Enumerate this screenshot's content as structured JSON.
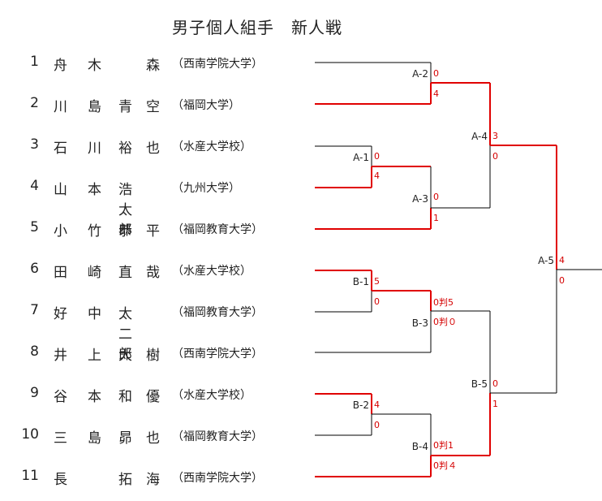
{
  "title": "男子個人組手　新人戦",
  "players": [
    {
      "num": "1",
      "chars": [
        "舟",
        "木",
        "",
        "森"
      ],
      "school": "（西南学院大学）"
    },
    {
      "num": "2",
      "chars": [
        "川",
        "島",
        "青",
        "空"
      ],
      "school": "（福岡大学）"
    },
    {
      "num": "3",
      "chars": [
        "石",
        "川",
        "裕",
        "也"
      ],
      "school": "（水産大学校）"
    },
    {
      "num": "4",
      "chars": [
        "山",
        "本",
        "浩太郎",
        ""
      ],
      "school": "（九州大学）"
    },
    {
      "num": "5",
      "chars": [
        "小",
        "竹",
        "恭",
        "平"
      ],
      "school": "（福岡教育大学）"
    },
    {
      "num": "6",
      "chars": [
        "田",
        "崎",
        "直",
        "哉"
      ],
      "school": "（水産大学校）"
    },
    {
      "num": "7",
      "chars": [
        "好",
        "中",
        "太二郎",
        ""
      ],
      "school": "（福岡教育大学）"
    },
    {
      "num": "8",
      "chars": [
        "井",
        "上",
        "大",
        "樹"
      ],
      "school": "（西南学院大学）"
    },
    {
      "num": "9",
      "chars": [
        "谷",
        "本",
        "和",
        "優"
      ],
      "school": "（水産大学校）"
    },
    {
      "num": "10",
      "chars": [
        "三",
        "島",
        "昴",
        "也"
      ],
      "school": "（福岡教育大学）"
    },
    {
      "num": "11",
      "chars": [
        "長",
        "",
        "拓",
        "海"
      ],
      "school": "（西南学院大学）"
    }
  ],
  "matches": [
    {
      "id": "A-1",
      "label": "A-1",
      "top_score": "0",
      "bottom_score": "4"
    },
    {
      "id": "A-2",
      "label": "A-2",
      "top_score": "0",
      "bottom_score": "4"
    },
    {
      "id": "A-3",
      "label": "A-3",
      "top_score": "0",
      "bottom_score": "1"
    },
    {
      "id": "A-4",
      "label": "A-4",
      "top_score": "3",
      "bottom_score": "0"
    },
    {
      "id": "A-5",
      "label": "A-5",
      "top_score": "4",
      "bottom_score": "0"
    },
    {
      "id": "B-1",
      "label": "B-1",
      "top_score": "5",
      "bottom_score": "0"
    },
    {
      "id": "B-2",
      "label": "B-2",
      "top_score": "4",
      "bottom_score": "0"
    },
    {
      "id": "B-3",
      "label": "B-3",
      "top_score": "0判5",
      "bottom_score": "0判０"
    },
    {
      "id": "B-4",
      "label": "B-4",
      "top_score": "0判1",
      "bottom_score": "0判４"
    },
    {
      "id": "B-5",
      "label": "B-5",
      "top_score": "0",
      "bottom_score": "1"
    }
  ],
  "colors": {
    "winner_line": "#e00000",
    "line": "#000000",
    "score": "#d40000"
  }
}
